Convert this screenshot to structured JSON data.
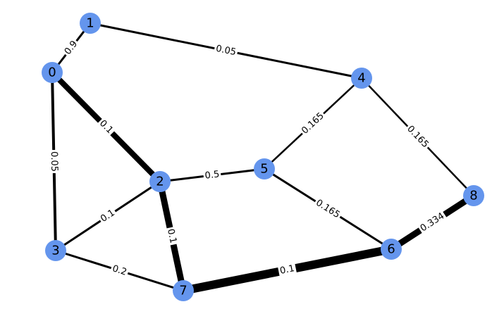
{
  "graph": {
    "node_color": "#6495ED",
    "edge_color": "#000000",
    "nodes": [
      {
        "id": "0",
        "label": "0"
      },
      {
        "id": "1",
        "label": "1"
      },
      {
        "id": "2",
        "label": "2"
      },
      {
        "id": "3",
        "label": "3"
      },
      {
        "id": "4",
        "label": "4"
      },
      {
        "id": "5",
        "label": "5"
      },
      {
        "id": "6",
        "label": "6"
      },
      {
        "id": "7",
        "label": "7"
      },
      {
        "id": "8",
        "label": "8"
      }
    ],
    "edges": [
      {
        "source": "0",
        "target": "1",
        "weight": 0.9,
        "label": "0.9"
      },
      {
        "source": "1",
        "target": "4",
        "weight": 0.05,
        "label": "0.05"
      },
      {
        "source": "0",
        "target": "2",
        "weight": 0.1,
        "label": "0.1"
      },
      {
        "source": "0",
        "target": "3",
        "weight": 0.05,
        "label": "0.05"
      },
      {
        "source": "2",
        "target": "5",
        "weight": 0.5,
        "label": "0.5"
      },
      {
        "source": "2",
        "target": "3",
        "weight": 0.1,
        "label": "0.1"
      },
      {
        "source": "2",
        "target": "7",
        "weight": 0.1,
        "label": "0.1"
      },
      {
        "source": "3",
        "target": "7",
        "weight": 0.2,
        "label": "0.2"
      },
      {
        "source": "4",
        "target": "5",
        "weight": 0.165,
        "label": "0.165"
      },
      {
        "source": "4",
        "target": "8",
        "weight": 0.165,
        "label": "0.165"
      },
      {
        "source": "5",
        "target": "6",
        "weight": 0.165,
        "label": "0.165"
      },
      {
        "source": "6",
        "target": "8",
        "weight": 0.334,
        "label": "0.334"
      },
      {
        "source": "7",
        "target": "6",
        "weight": 0.1,
        "label": "0.1"
      }
    ]
  }
}
